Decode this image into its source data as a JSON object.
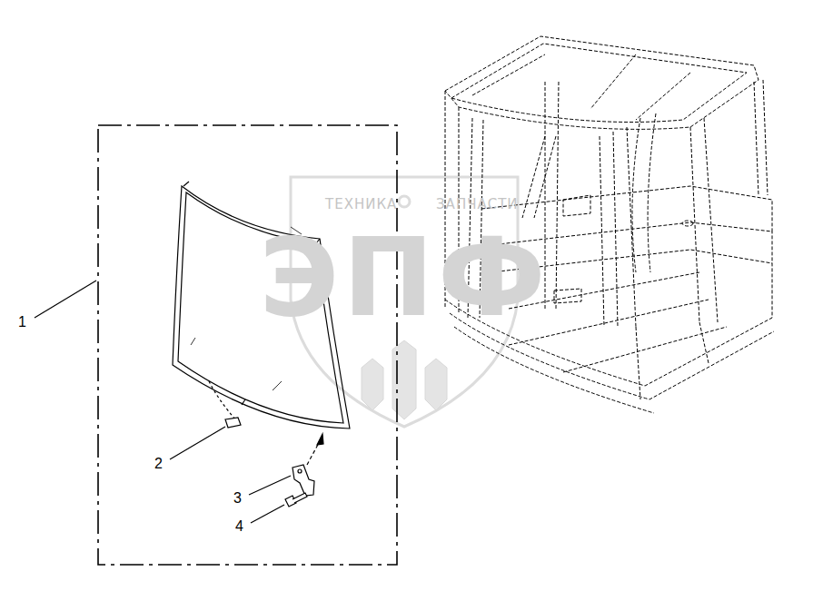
{
  "diagram": {
    "labels": [
      "ТЕХНИКА",
      "ЗАПЧАСТИ",
      "ЭПФ",
      "1",
      "2",
      "3",
      "4"
    ]
  }
}
